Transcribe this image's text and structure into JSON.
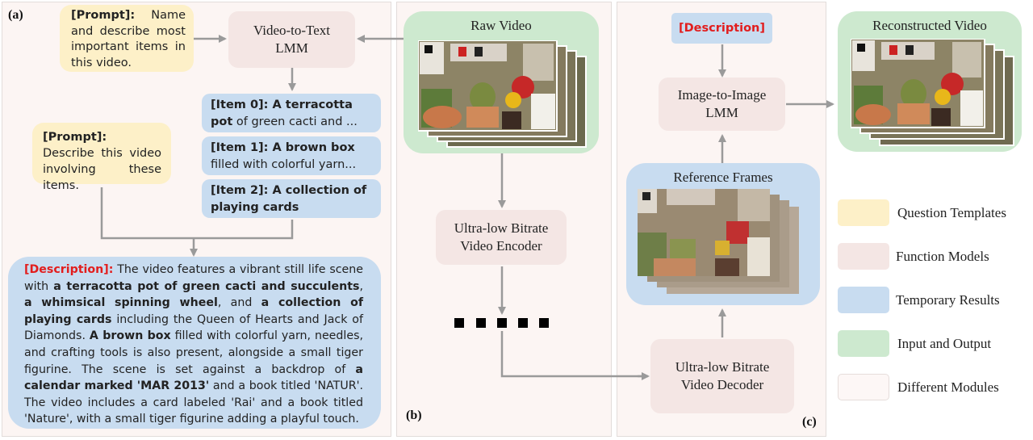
{
  "panels": {
    "a_label": "(a)",
    "b_label": "(b)",
    "c_label": "(c)"
  },
  "panel_a": {
    "prompt1_tag": "[Prompt]:",
    "prompt1_text": "Name and describe most important items in this video.",
    "v2t_line1": "Video-to-Text",
    "v2t_line2": "LMM",
    "items": [
      {
        "tag": "[Item 0]:",
        "bold": "A terracotta pot",
        "rest": "of green cacti and ..."
      },
      {
        "tag": "[Item 1]:",
        "bold": "A brown box",
        "rest": "filled with colorful yarn..."
      },
      {
        "tag": "[Item 2]:",
        "bold": "A collection of playing cards",
        "rest": ""
      }
    ],
    "prompt2_tag": "[Prompt]:",
    "prompt2_text": "Describe this video involving these items.",
    "desc_tag": "[Description]:",
    "desc_runs": [
      {
        "t": " The video features a vibrant still life scene with ",
        "b": false
      },
      {
        "t": "a terracotta pot of green cacti and succulents",
        "b": true
      },
      {
        "t": ", ",
        "b": false
      },
      {
        "t": "a whimsical spinning wheel",
        "b": true
      },
      {
        "t": ", and ",
        "b": false
      },
      {
        "t": "a collection of playing cards",
        "b": true
      },
      {
        "t": " including the Queen of Hearts and Jack of Diamonds. ",
        "b": false
      },
      {
        "t": "A brown box",
        "b": true
      },
      {
        "t": " filled with colorful yarn, needles, and crafting tools is also present, alongside a small tiger figurine. The scene is set against a backdrop of ",
        "b": false
      },
      {
        "t": "a calendar marked 'MAR 2013'",
        "b": true
      },
      {
        "t": " and a book titled 'NATUR'. The video includes a card labeled 'Rai' and a book titled 'Nature', with a small tiger figurine adding a playful touch.",
        "b": false
      }
    ]
  },
  "panel_b": {
    "raw_video": "Raw Video",
    "encoder_line1": "Ultra-low Bitrate",
    "encoder_line2": "Video Encoder",
    "decoder_line1": "Ultra-low Bitrate",
    "decoder_line2": "Video Decoder"
  },
  "panel_c": {
    "description": "[Description]",
    "i2i_line1": "Image-to-Image",
    "i2i_line2": "LMM",
    "reference_frames": "Reference Frames",
    "reconstructed": "Reconstructed Video"
  },
  "legend": [
    {
      "label": "Question Templates",
      "color": "#fdf0c8"
    },
    {
      "label": "Function Models",
      "color": "#f4e6e4"
    },
    {
      "label": "Temporary Results",
      "color": "#c8dcf0"
    },
    {
      "label": "Input and Output",
      "color": "#cde9cf"
    },
    {
      "label": "Different Modules",
      "color": "#fdf7f6"
    }
  ],
  "colors": {
    "question_templates": "#fdf0c8",
    "function_models": "#f4e6e4",
    "temporary_results": "#c8dcf0",
    "input_output": "#cde9cf",
    "modules": "#fcf5f3",
    "arrow": "#9a9a9a",
    "highlight_red": "#e21d1d"
  }
}
